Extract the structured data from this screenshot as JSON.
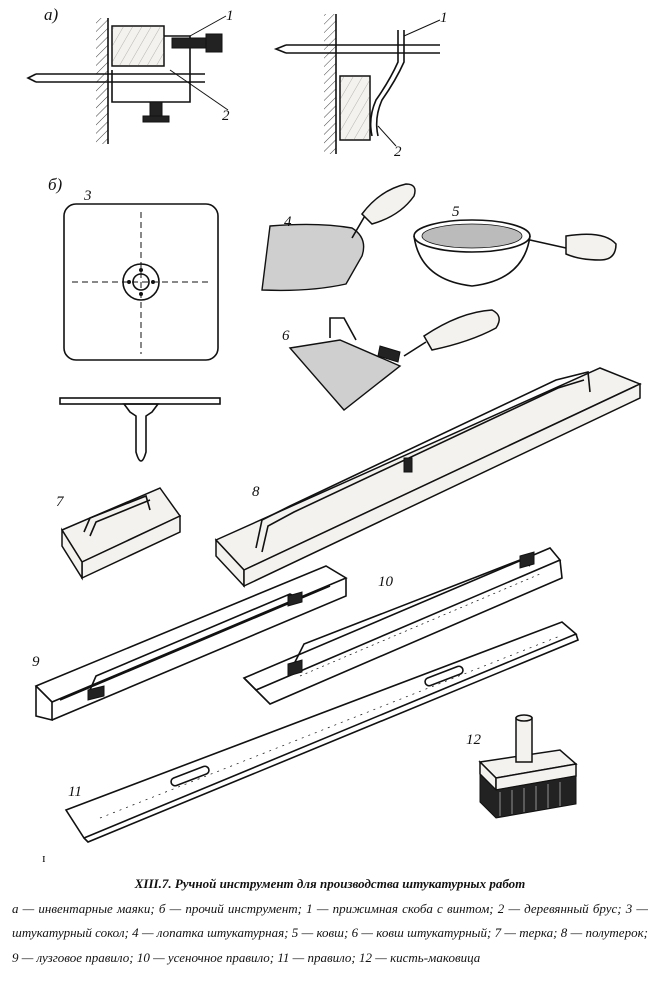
{
  "figure": {
    "section_labels": {
      "a": "а)",
      "b": "б)"
    },
    "callouts": {
      "n1": "1",
      "n2": "2",
      "n1b": "1",
      "n2b": "2",
      "n3": "3",
      "n4": "4",
      "n5": "5",
      "n6": "6",
      "n7": "7",
      "n8": "8",
      "n9": "9",
      "n10": "10",
      "n11": "11",
      "n12": "12"
    }
  },
  "caption": {
    "margin_mark": "ɪ",
    "title": "XIII.7. Ручной инструмент для производства штукатурных работ",
    "text": "а — инвентарные маяки; б — прочий инструмент; 1 — прижимная скоба с винтом; 2 — деревянный брус; 3 — штукатурный сокол; 4 — лопатка штукатурная; 5 — ковш; 6 — ковш штукатурный; 7 — терка; 8 — полутерок; 9 — лузговое правило; 10 — усеночное правило; 11 — правило; 12 — кисть-маковица"
  }
}
